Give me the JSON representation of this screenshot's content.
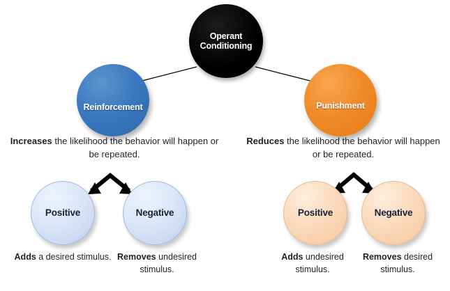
{
  "diagram": {
    "title": "Operant Conditioning",
    "root": {
      "label_line1": "Operant",
      "label_line2": "Conditioning",
      "color": "#000000"
    },
    "branches": [
      {
        "id": "reinforcement",
        "label": "Reinforcement",
        "color": "#3A77BE",
        "description_bold": "Increases",
        "description_rest": " the likelihood the behavior will happen or be repeated.",
        "leaves": [
          {
            "id": "positive-reinforcement",
            "label": "Positive",
            "color": "#D4E1F5",
            "caption_bold": "Adds",
            "caption_rest": " a desired stimulus."
          },
          {
            "id": "negative-reinforcement",
            "label": "Negative",
            "color": "#D4E1F5",
            "caption_bold": "Removes",
            "caption_rest": " undesired stimulus."
          }
        ]
      },
      {
        "id": "punishment",
        "label": "Punishment",
        "color": "#F08A28",
        "description_bold": "Reduces",
        "description_rest": " the likelihood the behavior will happen or be repeated.",
        "leaves": [
          {
            "id": "positive-punishment",
            "label": "Positive",
            "color": "#FBD9B8",
            "caption_bold": "Adds",
            "caption_rest": " undesired stimulus."
          },
          {
            "id": "negative-punishment",
            "label": "Negative",
            "color": "#FBD9B8",
            "caption_bold": "Removes",
            "caption_rest": " desired stimulus."
          }
        ]
      }
    ],
    "connectors": {
      "line_color": "#000000",
      "arrow_color": "#000000",
      "arrow_name": "double-headed-peak-arrow"
    },
    "background_color": "#FFFFFF"
  }
}
